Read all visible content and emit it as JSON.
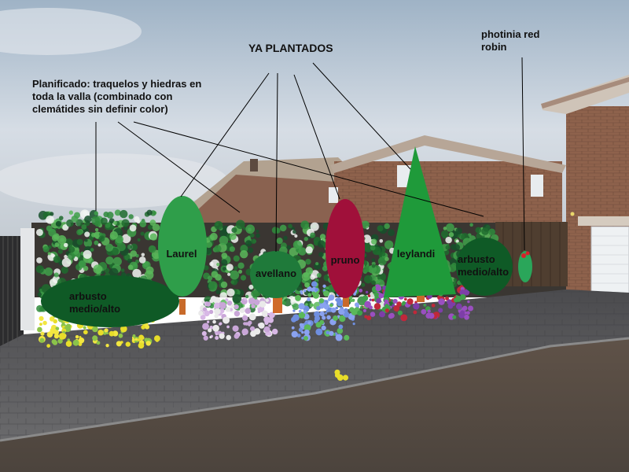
{
  "annotations": {
    "planned": "Planificado: traquelos y hiedras en toda la valla (combinado con clemátides sin definir color)",
    "planted": "YA PLANTADOS",
    "photinia": "photinia red robin"
  },
  "plants": {
    "shrub_left": "arbusto medio/alto",
    "laurel": "Laurel",
    "avellano": "avellano",
    "pruno": "pruno",
    "leylandi": "leylandi",
    "shrub_right": "arbusto medio/alto"
  },
  "colors": {
    "sky": "#b9c7d6",
    "laurel": "#2f9e4a",
    "avellano": "#1f7a3a",
    "pruno": "#a0103a",
    "leylandi": "#1f9a3a",
    "shrub": "#0f5a26",
    "photinia": "#2aa65a",
    "brick": "#9a6a52",
    "paving": "#5b5b5d",
    "soil": "#5a5047"
  }
}
